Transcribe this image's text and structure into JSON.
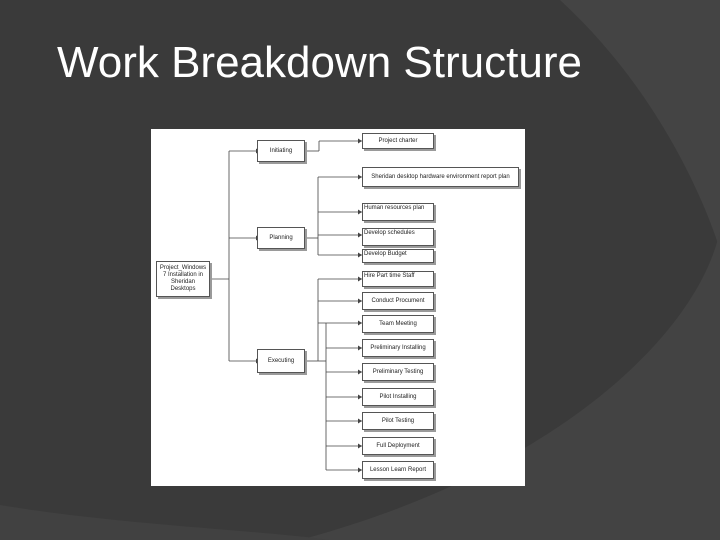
{
  "slide": {
    "title": "Work Breakdown Structure"
  },
  "theme": {
    "background": "#3a3a3a",
    "arc": "#454545",
    "text": "#ffffff",
    "box_border": "#555555",
    "line": "#444444"
  },
  "wbs": {
    "root": "Project_Windows 7 Installation in Sheridan Desktops",
    "phases": [
      "Initiating",
      "Planning",
      "Executing"
    ],
    "initiating_items": [
      "Project charter"
    ],
    "planning_items": [
      "Sheridan desktop hardware environment report plan",
      "Human resources plan",
      "Develop schedules",
      "Develop Budget"
    ],
    "executing_items": [
      "Hire Part time Staff",
      "Conduct Procument",
      "Team Meeting",
      "Preliminary Installing",
      "Preliminary Testing",
      "Pilot Installing",
      "Pilot Testing",
      "Full Deployment",
      "Lesson Learn Report"
    ]
  }
}
